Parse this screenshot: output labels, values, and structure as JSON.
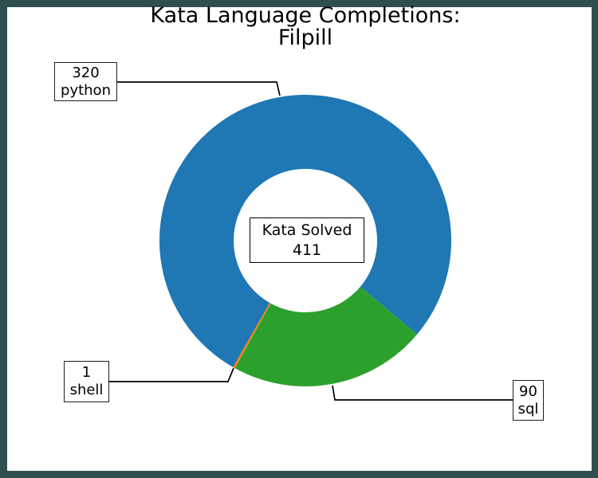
{
  "frame": {
    "border_color": "#2f4f4f",
    "background_color": "#ffffff"
  },
  "title": {
    "line1": "Kata Language Completions:",
    "line2": "Filpill"
  },
  "center_label": {
    "line1": "Kata Solved",
    "line2": "411"
  },
  "annotations": [
    {
      "value": "320",
      "label": "python"
    },
    {
      "value": "1",
      "label": "shell"
    },
    {
      "value": "90",
      "label": "sql"
    }
  ],
  "chart_data": {
    "type": "pie",
    "subtype": "donut",
    "title": "Kata Language Completions: Filpill",
    "center_text": "Kata Solved 411",
    "total": 411,
    "start_angle_deg": -40,
    "direction": "counterclockwise",
    "donut_width_ratio": 0.5,
    "slices": [
      {
        "label": "python",
        "value": 320,
        "color": "#1f77b4"
      },
      {
        "label": "shell",
        "value": 1,
        "color": "#ff7f0e"
      },
      {
        "label": "sql",
        "value": 90,
        "color": "#2ca02c"
      }
    ],
    "legend": "none",
    "leader_line_color": "#000000",
    "annotation_box_style": "square, white fill, black edge"
  }
}
